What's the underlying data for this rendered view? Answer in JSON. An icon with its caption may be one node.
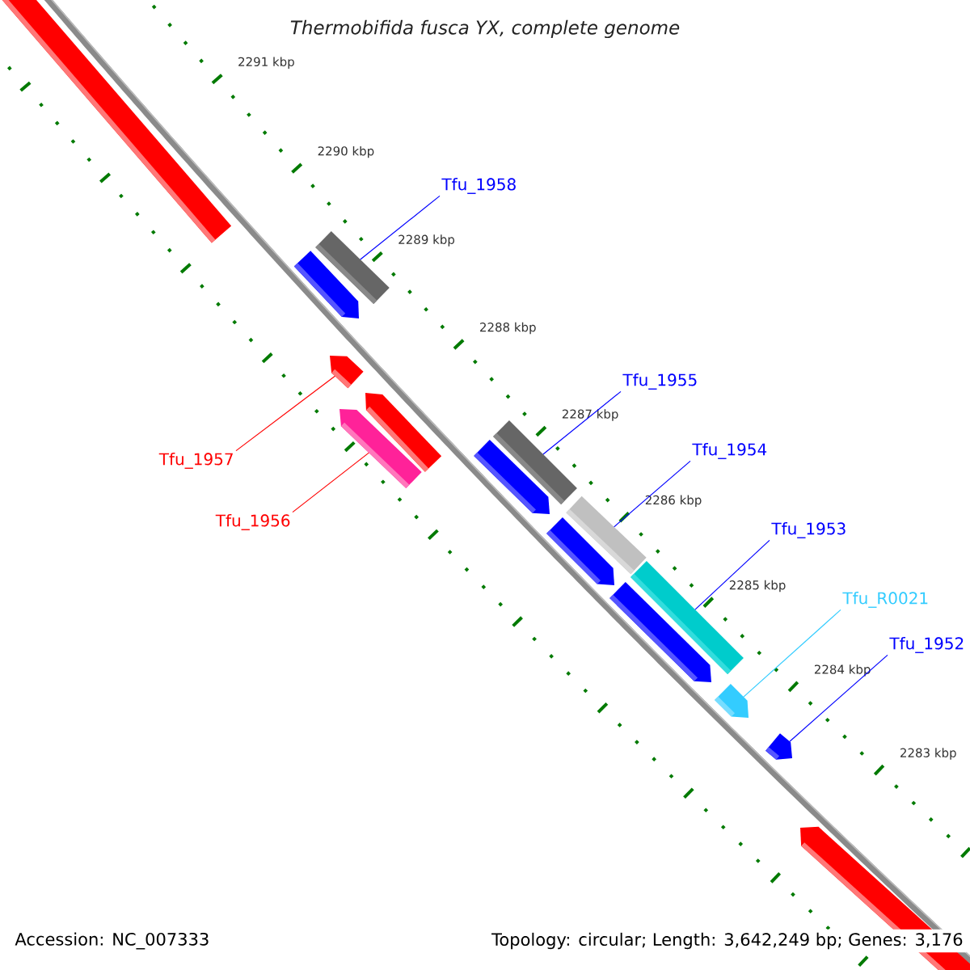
{
  "diagram": {
    "title": "Thermobifida fusca YX, complete genome",
    "nodes": [
      {
        "text": [
          "Tfu_1958"
        ]
      },
      {
        "text": [
          "Tfu_1957"
        ]
      },
      {
        "text": [
          "Tfu_1956"
        ]
      },
      {
        "text": [
          "Tfu_1955"
        ]
      },
      {
        "text": [
          "Tfu_1954"
        ]
      },
      {
        "text": [
          "Tfu_1953"
        ]
      },
      {
        "text": [
          "Tfu_R0021"
        ]
      },
      {
        "text": [
          "Tfu_1952"
        ]
      },
      {
        "text": [],
        "shape": "bar"
      },
      {
        "text": [],
        "shape": "bar"
      },
      {
        "text": [],
        "shape": "pentagon"
      },
      {
        "text": [],
        "shape": "pentagon"
      },
      {
        "text": [],
        "shape": "pentagon"
      },
      {
        "text": [],
        "shape": "pentagon"
      },
      {
        "text": [],
        "shape": "bar"
      },
      {
        "text": [],
        "shape": "pentagon"
      },
      {
        "text": [],
        "shape": "bar"
      },
      {
        "text": [],
        "shape": "pentagon"
      },
      {
        "text": [],
        "shape": "bar"
      },
      {
        "text": [],
        "shape": "pentagon"
      },
      {
        "text": [],
        "shape": "pentagon"
      },
      {
        "text": [],
        "shape": "pentagon"
      },
      {
        "text": [],
        "shape": "pentagon"
      }
    ],
    "edges": [
      {
        "from": 0,
        "to": 9,
        "arrow": "none"
      },
      {
        "from": 1,
        "to": 11,
        "arrow": "none",
        "color": "#ff0000"
      },
      {
        "from": 2,
        "to": 13,
        "arrow": "none",
        "color": "#ff0000"
      },
      {
        "from": 3,
        "to": 14,
        "arrow": "none"
      },
      {
        "from": 4,
        "to": 16,
        "arrow": "none"
      },
      {
        "from": 5,
        "to": 18,
        "arrow": "none"
      },
      {
        "from": 6,
        "to": 20,
        "arrow": "none",
        "color": "#33ccff"
      },
      {
        "from": 7,
        "to": 21,
        "arrow": "none"
      }
    ],
    "labels": [
      "2291 kbp",
      "2290 kbp",
      "2289 kbp",
      "2288 kbp",
      "2287 kbp",
      "2286 kbp",
      "2285 kbp",
      "2284 kbp",
      "2283 kbp",
      "Accession: NC_007333",
      "Topology: circular; Length: 3,642,249 bp; Genes: 3,176"
    ]
  }
}
